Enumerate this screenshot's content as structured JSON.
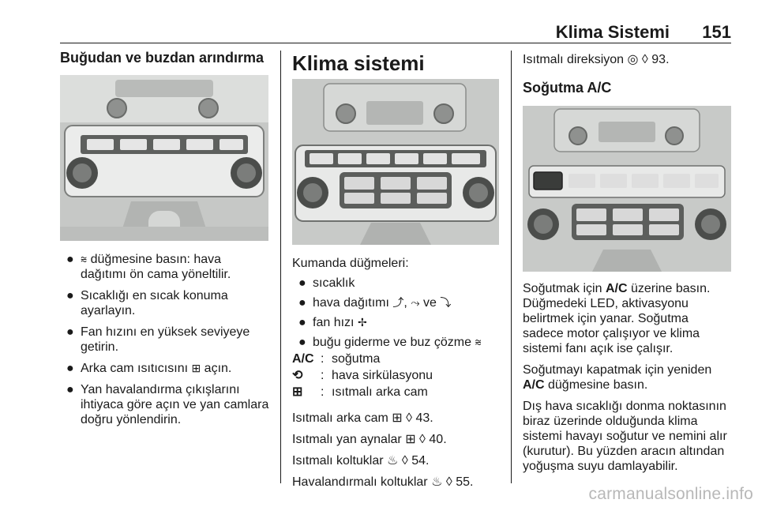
{
  "header": {
    "title": "Klima Sistemi",
    "page": "151"
  },
  "col1": {
    "heading": "Buğudan ve buzdan arındırma",
    "bullets": [
      {
        "icon": "windshield-defrost-icon",
        "glyph": "⩬",
        "text": " düğmesine basın: hava dağıtımı ön cama yöneltilir."
      },
      {
        "text": "Sıcaklığı en sıcak konuma ayarlayın."
      },
      {
        "text": "Fan hızını en yüksek seviyeye getirin."
      },
      {
        "icon": "rear-window-heat-icon",
        "glyph": "⊞",
        "text_before": "Arka cam ısıtıcısını ",
        "text": " açın."
      },
      {
        "text": "Yan havalandırma çıkışlarını ihtiyaca göre açın ve yan camlara doğru yönlendirin."
      }
    ]
  },
  "col2": {
    "heading": "Klima sistemi",
    "controls_label": "Kumanda düğmeleri:",
    "bullets": [
      "sıcaklık",
      "hava dağıtımı",
      "fan hızı",
      "buğu giderme ve buz çözme"
    ],
    "bullet2_sep1": ",",
    "bullet2_sep2": "ve",
    "legend": [
      {
        "key": "A/C",
        "sep": ":",
        "value": "soğutma"
      },
      {
        "key_icon": "recirculation-icon",
        "glyph": "⟲",
        "sep": ":",
        "value": "hava sirkülasyonu"
      },
      {
        "key_icon": "rear-window-heat-icon",
        "glyph": "⊞",
        "sep": ":",
        "value": "ısıtmalı arka cam"
      }
    ],
    "refs": [
      {
        "text": "Isıtmalı arka cam",
        "glyph": "⊞",
        "page": "43."
      },
      {
        "text": "Isıtmalı yan aynalar",
        "glyph": "⊞",
        "page": "40."
      },
      {
        "text": "Isıtmalı koltuklar",
        "glyph": "♨",
        "page": "54."
      },
      {
        "text": "Havalandırmalı koltuklar",
        "glyph": "♨",
        "page": "55."
      }
    ],
    "ref_arrow": "◊"
  },
  "col3": {
    "steering_ref": {
      "text": "Isıtmalı direksiyon",
      "glyph": "◎",
      "arrow": "◊",
      "page": "93."
    },
    "heading": "Soğutma A/C",
    "p1_before": "Soğutmak için ",
    "p1_key": "A/C",
    "p1_after": " üzerine basın. Düğmedeki LED, aktivasyonu belirtmek için yanar. Soğutma sadece motor çalışıyor ve klima sistemi fanı açık ise çalışır.",
    "p2_before": "Soğutmayı kapatmak için yeniden ",
    "p2_key": "A/C",
    "p2_after": " düğmesine basın.",
    "p3": "Dış hava sıcaklığı donma noktasının biraz üzerinde olduğunda klima sistemi havayı soğutur ve nemini alır (kurutur). Bu yüzden aracın altından yoğuşma suyu damlayabilir."
  },
  "watermark": "carmanualsonline.info"
}
